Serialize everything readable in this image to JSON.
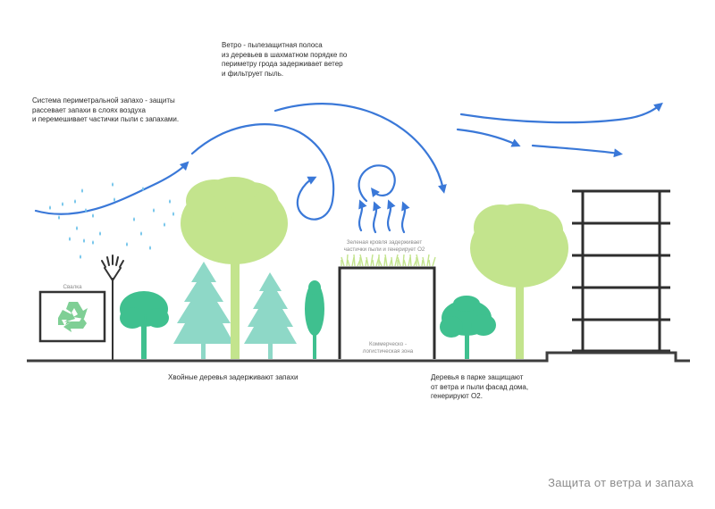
{
  "texts": {
    "windbreak": "Ветро - пылезащитная полоса\nиз деревьев в шахматном порядке по\nпериметру грода задерживает ветер\nи фильтрует пыль.",
    "perimeter": "Система периметральной запахо - защиты\nрассевает запахи в слоях воздуха\nи перемешивает частички пыли с запахами.",
    "dump_label": "Свалка",
    "green_roof": "Зеленая кровля задерживает\nчастички пыли и генерирует О2",
    "commercial": "Коммерческо -\nлогистическая зона",
    "conifers": "Хвойные деревья задерживают запахи",
    "park_trees": "Деревья в парке защищают\nот ветра и пыли фасад дома,\nгенерируют О2.",
    "title": "Защита от ветра и запаха"
  },
  "colors": {
    "arrow": "#3a78d8",
    "ground": "#3d3d3d",
    "tree_light": "#c3e48d",
    "tree_teal": "#8ed8c7",
    "tree_dark": "#3fc08f",
    "droplet": "#6fc3ea",
    "recycle": "#7fcf95",
    "building": "#2e2e2e"
  },
  "icons": [
    "recycle-icon",
    "sprinkler-icon"
  ]
}
